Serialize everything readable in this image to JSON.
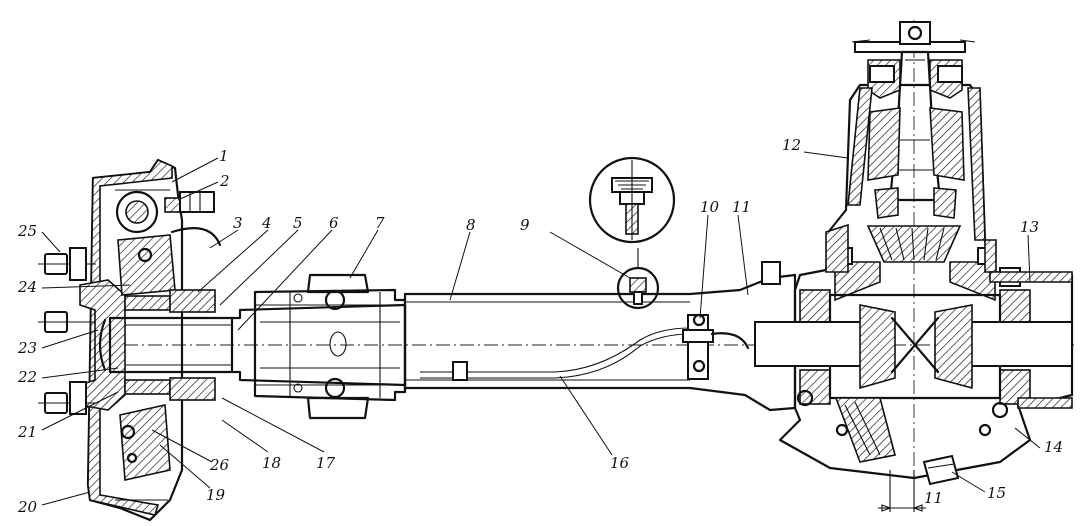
{
  "callouts": [
    {
      "label": "1"
    },
    {
      "label": "2"
    },
    {
      "label": "3"
    },
    {
      "label": "4"
    },
    {
      "label": "5"
    },
    {
      "label": "6"
    },
    {
      "label": "7"
    },
    {
      "label": "8"
    },
    {
      "label": "9"
    },
    {
      "label": "10"
    },
    {
      "label": "11"
    },
    {
      "label": "12"
    },
    {
      "label": "13"
    },
    {
      "label": "14"
    },
    {
      "label": "15"
    },
    {
      "label": "16"
    },
    {
      "label": "17"
    },
    {
      "label": "18"
    },
    {
      "label": "19"
    },
    {
      "label": "20"
    },
    {
      "label": "21"
    },
    {
      "label": "22"
    },
    {
      "label": "23"
    },
    {
      "label": "24"
    },
    {
      "label": "25"
    },
    {
      "label": "26"
    }
  ],
  "dimension": {
    "label": "11"
  }
}
